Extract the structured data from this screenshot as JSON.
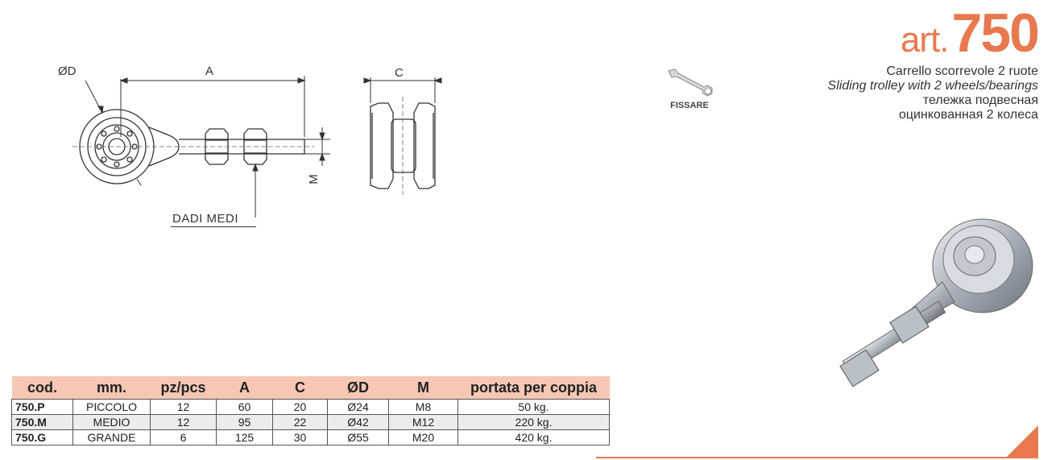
{
  "header": {
    "art_prefix": "art.",
    "art_number": "750",
    "description_it": "Carrello scorrevole 2 ruote",
    "description_en": "Sliding trolley with 2 wheels/bearings",
    "description_ru_1": "тележка подвесная",
    "description_ru_2": "оцинкованная 2 колеса"
  },
  "icon": {
    "name": "wrench-icon",
    "label": "FISSARE"
  },
  "drawing": {
    "label_d": "ØD",
    "label_a": "A",
    "label_c": "C",
    "label_m": "M",
    "label_nuts": "DADI MEDI"
  },
  "table": {
    "headers": [
      "cod.",
      "mm.",
      "pz/pcs",
      "A",
      "C",
      "ØD",
      "M",
      "portata per coppia"
    ],
    "rows": [
      [
        "750.P",
        "PICCOLO",
        "12",
        "60",
        "20",
        "Ø24",
        "M8",
        "50 kg."
      ],
      [
        "750.M",
        "MEDIO",
        "12",
        "95",
        "22",
        "Ø42",
        "M12",
        "220 kg."
      ],
      [
        "750.G",
        "GRANDE",
        "6",
        "125",
        "30",
        "Ø55",
        "M20",
        "420 kg."
      ]
    ]
  },
  "colors": {
    "accent": "#e8794f",
    "table_header": "#f6c8b4"
  }
}
